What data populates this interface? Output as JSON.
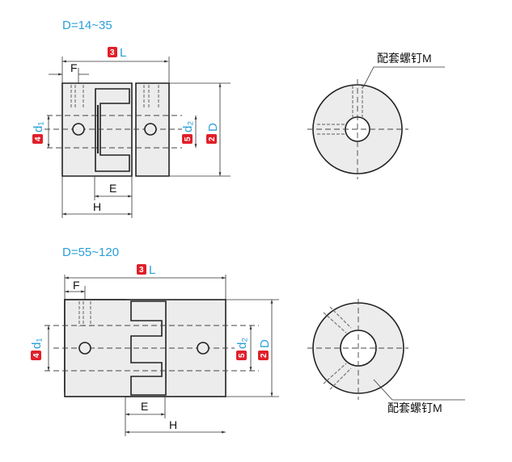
{
  "top": {
    "range_label": "D=14~35",
    "L": {
      "num": "3",
      "label": "L"
    },
    "d1": {
      "num": "4",
      "label": "d₁"
    },
    "d2": {
      "num": "5",
      "label": "d₂"
    },
    "D": {
      "num": "2",
      "label": "D"
    },
    "F": "F",
    "E": "E",
    "H": "H",
    "screw_label": "配套螺钉M"
  },
  "bottom": {
    "range_label": "D=55~120",
    "L": {
      "num": "3",
      "label": "L"
    },
    "d1": {
      "num": "4",
      "label": "d₁"
    },
    "d2": {
      "num": "5",
      "label": "d₂"
    },
    "D": {
      "num": "2",
      "label": "D"
    },
    "F": "F",
    "E": "E",
    "H": "H",
    "screw_label": "配套螺钉M"
  },
  "colors": {
    "label_blue": "#2a9fd8",
    "badge_red": "#e0202a"
  }
}
